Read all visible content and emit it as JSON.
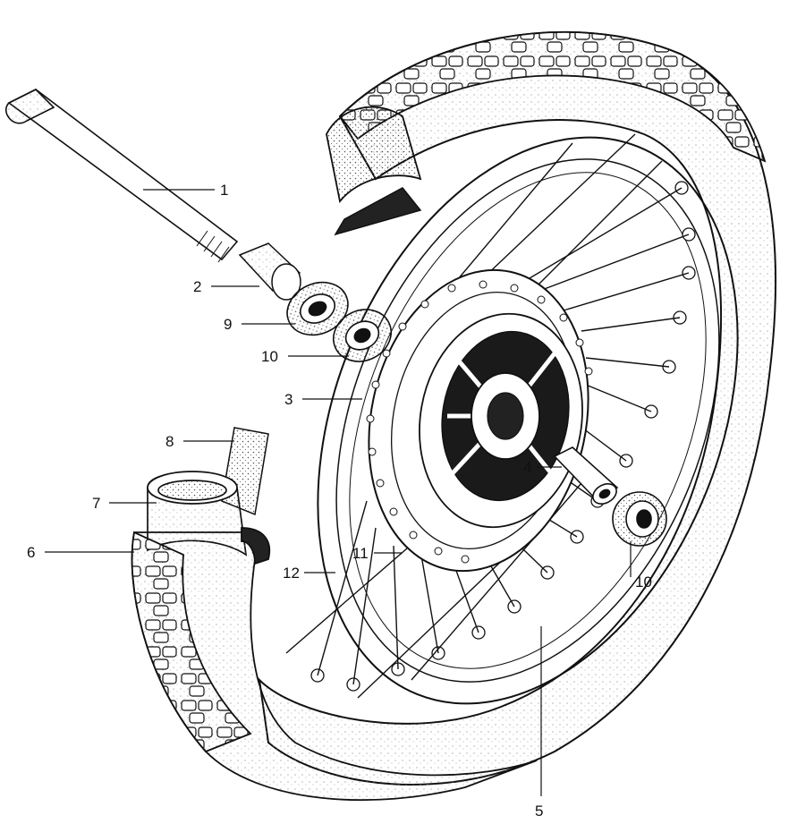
{
  "callouts": {
    "c1": "1",
    "c2": "2",
    "c3": "3",
    "c4": "4",
    "c5": "5",
    "c6": "6",
    "c7": "7",
    "c8": "8",
    "c9": "9",
    "c10a": "10",
    "c10b": "10",
    "c11": "11",
    "c12": "12"
  },
  "colors": {
    "ink": "#111111",
    "paper": "#ffffff",
    "shade": "#8a8a8a"
  }
}
